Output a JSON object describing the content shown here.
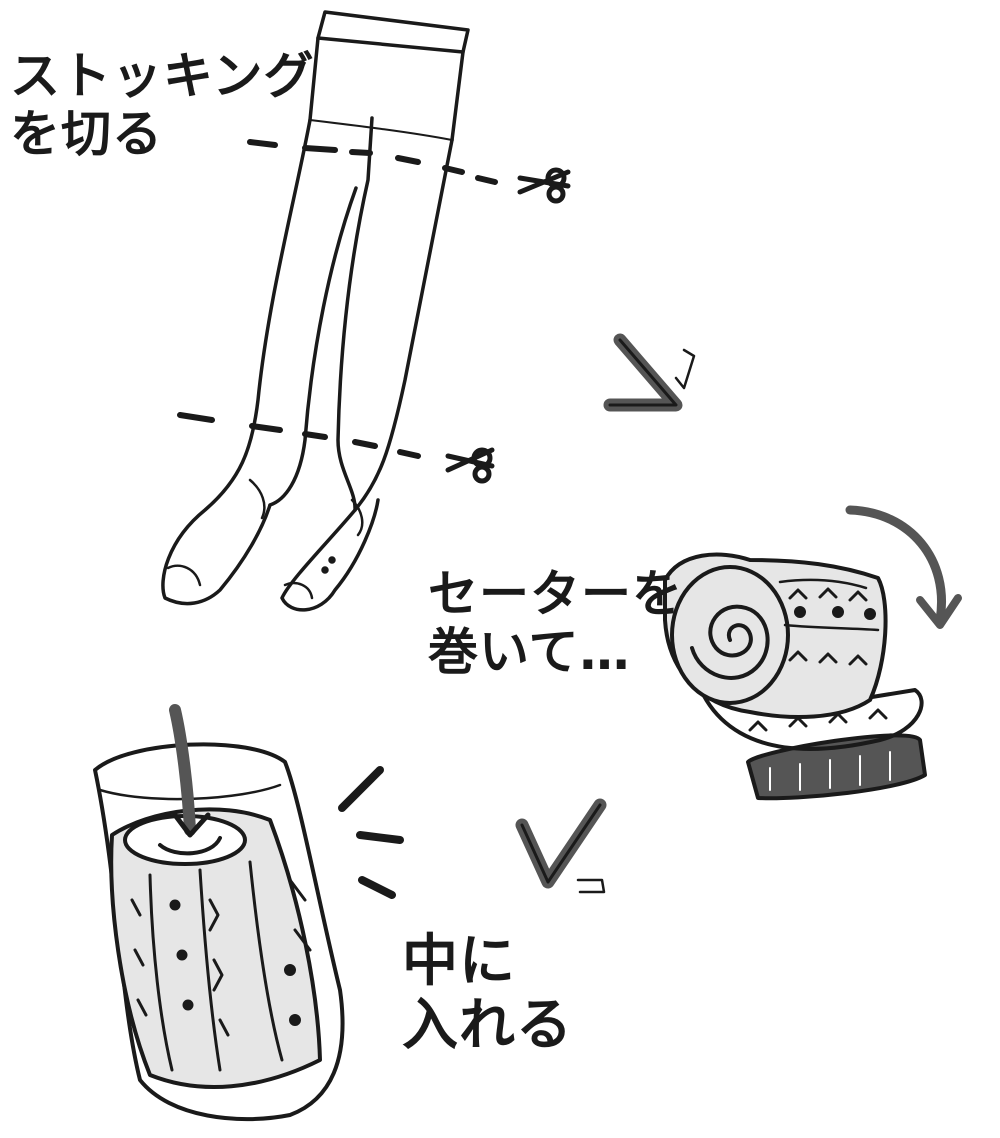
{
  "steps": [
    {
      "line1": "ストッキング",
      "line2": "を切る"
    },
    {
      "line1": "セーターを",
      "line2": "巻いて…"
    },
    {
      "line1": "中に",
      "line2": "入れる"
    }
  ],
  "colors": {
    "ink": "#1a1a1a",
    "fabric": "#e6e6e6",
    "shade": "#555555",
    "paper": "#ffffff"
  },
  "icons": [
    "stocking-illustration",
    "scissors-icon",
    "arrow-down-right-icon",
    "rolled-sweater-illustration",
    "rotate-arrow-icon",
    "arrow-down-left-icon",
    "stuffed-leg-illustration",
    "motion-lines-icon"
  ]
}
